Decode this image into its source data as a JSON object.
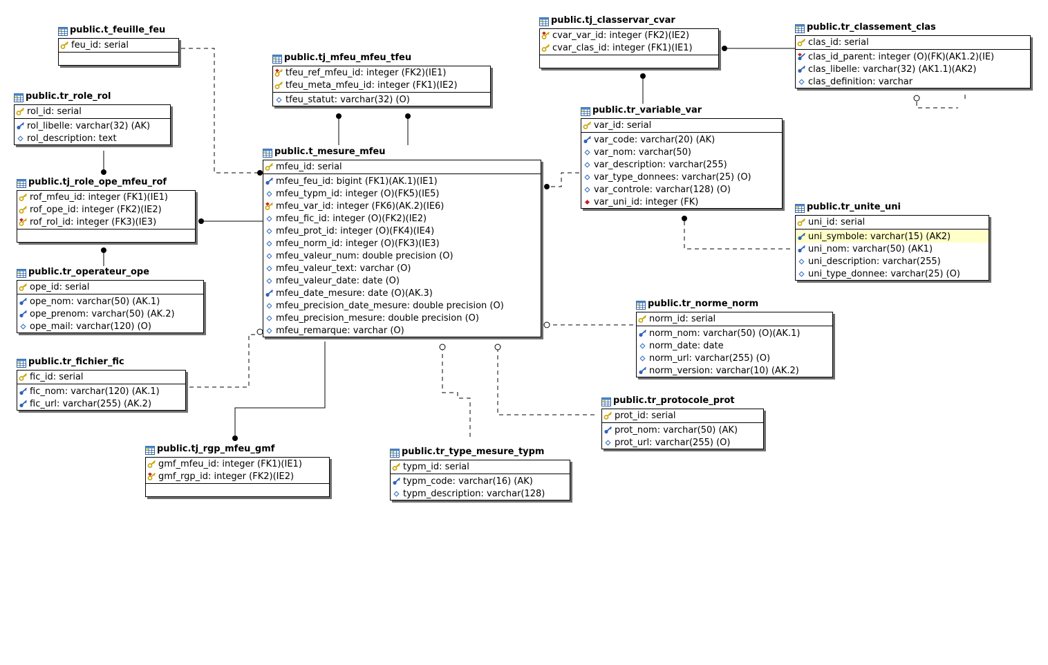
{
  "colors": {
    "key": "#c9a400",
    "fk": "#c8202a",
    "alt": "#2e63b8",
    "attr": "#3a72c0",
    "line": "#000000",
    "highlight": "#ffffc8"
  },
  "icons": {
    "table": "table-icon",
    "pk": "key-icon",
    "fk": "foreign-key-icon",
    "ak": "alternate-key-icon",
    "attribute": "diamond-icon",
    "fk_attribute": "red-diamond-icon"
  },
  "entities": [
    {
      "id": "t_feuille_feu",
      "title": "public.t_feuille_feu",
      "keys": [
        {
          "icon": "pk",
          "text": "feu_id: serial"
        }
      ],
      "attrs": []
    },
    {
      "id": "tr_role_rol",
      "title": "public.tr_role_rol",
      "keys": [
        {
          "icon": "pk",
          "text": "rol_id: serial"
        }
      ],
      "attrs": [
        {
          "icon": "ak",
          "text": "rol_libelle: varchar(32) (AK)"
        },
        {
          "icon": "attr",
          "text": "rol_description: text"
        }
      ]
    },
    {
      "id": "tj_role_ope_mfeu_rof",
      "title": "public.tj_role_ope_mfeu_rof",
      "keys": [
        {
          "icon": "pk",
          "text": "rof_mfeu_id: integer (FK1)(IE1)"
        },
        {
          "icon": "pk",
          "text": "rof_ope_id: integer (FK2)(IE2)"
        },
        {
          "icon": "fk",
          "text": "rof_rol_id: integer (FK3)(IE3)"
        }
      ],
      "attrs": []
    },
    {
      "id": "tr_operateur_ope",
      "title": "public.tr_operateur_ope",
      "keys": [
        {
          "icon": "pk",
          "text": "ope_id: serial"
        }
      ],
      "attrs": [
        {
          "icon": "ak",
          "text": "ope_nom: varchar(50) (AK.1)"
        },
        {
          "icon": "ak",
          "text": "ope_prenom: varchar(50) (AK.2)"
        },
        {
          "icon": "attr",
          "text": "ope_mail: varchar(120) (O)"
        }
      ]
    },
    {
      "id": "tr_fichier_fic",
      "title": "public.tr_fichier_fic",
      "keys": [
        {
          "icon": "pk",
          "text": "fic_id: serial"
        }
      ],
      "attrs": [
        {
          "icon": "ak",
          "text": "fic_nom: varchar(120) (AK.1)"
        },
        {
          "icon": "ak",
          "text": "fic_url: varchar(255) (AK.2)"
        }
      ]
    },
    {
      "id": "tj_rgp_mfeu_gmf",
      "title": "public.tj_rgp_mfeu_gmf",
      "keys": [
        {
          "icon": "pk",
          "text": "gmf_mfeu_id: integer (FK1)(IE1)"
        },
        {
          "icon": "fk",
          "text": "gmf_rgp_id: integer (FK2)(IE2)"
        }
      ],
      "attrs": []
    },
    {
      "id": "tj_mfeu_mfeu_tfeu",
      "title": "public.tj_mfeu_mfeu_tfeu",
      "keys": [
        {
          "icon": "fk",
          "text": "tfeu_ref_mfeu_id: integer (FK2)(IE1)"
        },
        {
          "icon": "pk",
          "text": "tfeu_meta_mfeu_id: integer (FK1)(IE2)"
        }
      ],
      "attrs": [
        {
          "icon": "attr",
          "text": "tfeu_statut: varchar(32) (O)"
        }
      ]
    },
    {
      "id": "t_mesure_mfeu",
      "title": "public.t_mesure_mfeu",
      "keys": [
        {
          "icon": "pk",
          "text": "mfeu_id: serial"
        }
      ],
      "attrs": [
        {
          "icon": "ak",
          "text": "mfeu_feu_id: bigint (FK1)(AK.1)(IE1)"
        },
        {
          "icon": "attr",
          "text": "mfeu_typm_id: integer (O)(FK5)(IE5)"
        },
        {
          "icon": "fk",
          "text": "mfeu_var_id: integer (FK6)(AK.2)(IE6)"
        },
        {
          "icon": "attr",
          "text": "mfeu_fic_id: integer (O)(FK2)(IE2)"
        },
        {
          "icon": "attr",
          "text": "mfeu_prot_id: integer (O)(FK4)(IE4)"
        },
        {
          "icon": "attr",
          "text": "mfeu_norm_id: integer (O)(FK3)(IE3)"
        },
        {
          "icon": "attr",
          "text": "mfeu_valeur_num: double precision (O)"
        },
        {
          "icon": "attr",
          "text": "mfeu_valeur_text: varchar (O)"
        },
        {
          "icon": "attr",
          "text": "mfeu_valeur_date: date (O)"
        },
        {
          "icon": "ak",
          "text": "mfeu_date_mesure: date (O)(AK.3)"
        },
        {
          "icon": "attr",
          "text": "mfeu_precision_date_mesure: double precision (O)"
        },
        {
          "icon": "attr",
          "text": "mfeu_precision_mesure: double precision (O)"
        },
        {
          "icon": "attr",
          "text": "mfeu_remarque: varchar (O)"
        }
      ]
    },
    {
      "id": "tr_type_mesure_typm",
      "title": "public.tr_type_mesure_typm",
      "keys": [
        {
          "icon": "pk",
          "text": "typm_id: serial"
        }
      ],
      "attrs": [
        {
          "icon": "ak",
          "text": "typm_code: varchar(16) (AK)"
        },
        {
          "icon": "attr",
          "text": "typm_description: varchar(128)"
        }
      ]
    },
    {
      "id": "tj_classervar_cvar",
      "title": "public.tj_classervar_cvar",
      "keys": [
        {
          "icon": "fk",
          "text": "cvar_var_id: integer (FK2)(IE2)"
        },
        {
          "icon": "pk",
          "text": "cvar_clas_id: integer (FK1)(IE1)"
        }
      ],
      "attrs": []
    },
    {
      "id": "tr_classement_clas",
      "title": "public.tr_classement_clas",
      "keys": [
        {
          "icon": "pk",
          "text": "clas_id: serial"
        }
      ],
      "attrs": [
        {
          "icon": "fkak",
          "text": "clas_id_parent: integer (O)(FK)(AK1.2)(IE)"
        },
        {
          "icon": "ak",
          "text": "clas_libelle: varchar(32) (AK1.1)(AK2)"
        },
        {
          "icon": "attr",
          "text": "clas_definition: varchar"
        }
      ]
    },
    {
      "id": "tr_variable_var",
      "title": "public.tr_variable_var",
      "keys": [
        {
          "icon": "pk",
          "text": "var_id: serial"
        }
      ],
      "attrs": [
        {
          "icon": "ak",
          "text": "var_code: varchar(20) (AK)"
        },
        {
          "icon": "attr",
          "text": "var_nom: varchar(50)"
        },
        {
          "icon": "attr",
          "text": "var_description: varchar(255)"
        },
        {
          "icon": "attr",
          "text": "var_type_donnees: varchar(25) (O)"
        },
        {
          "icon": "attr",
          "text": "var_controle: varchar(128) (O)"
        },
        {
          "icon": "fkattr",
          "text": "var_uni_id: integer (FK)"
        }
      ]
    },
    {
      "id": "tr_unite_uni",
      "title": "public.tr_unite_uni",
      "keys": [
        {
          "icon": "pk",
          "text": "uni_id: serial"
        }
      ],
      "attrs": [
        {
          "icon": "ak",
          "text": "uni_symbole: varchar(15) (AK2)",
          "highlight": true
        },
        {
          "icon": "ak",
          "text": "uni_nom: varchar(50) (AK1)"
        },
        {
          "icon": "attr",
          "text": "uni_description: varchar(255)"
        },
        {
          "icon": "attr",
          "text": "uni_type_donnee: varchar(25) (O)"
        }
      ]
    },
    {
      "id": "tr_norme_norm",
      "title": "public.tr_norme_norm",
      "keys": [
        {
          "icon": "pk",
          "text": "norm_id: serial"
        }
      ],
      "attrs": [
        {
          "icon": "ak",
          "text": "norm_nom: varchar(50) (O)(AK.1)"
        },
        {
          "icon": "attr",
          "text": "norm_date: date"
        },
        {
          "icon": "attr",
          "text": "norm_url: varchar(255) (O)"
        },
        {
          "icon": "ak",
          "text": "norm_version: varchar(10) (AK.2)"
        }
      ]
    },
    {
      "id": "tr_protocole_prot",
      "title": "public.tr_protocole_prot",
      "keys": [
        {
          "icon": "pk",
          "text": "prot_id: serial"
        }
      ],
      "attrs": [
        {
          "icon": "ak",
          "text": "prot_nom: varchar(50) (AK)"
        },
        {
          "icon": "attr",
          "text": "prot_url: varchar(255) (O)"
        }
      ]
    }
  ]
}
